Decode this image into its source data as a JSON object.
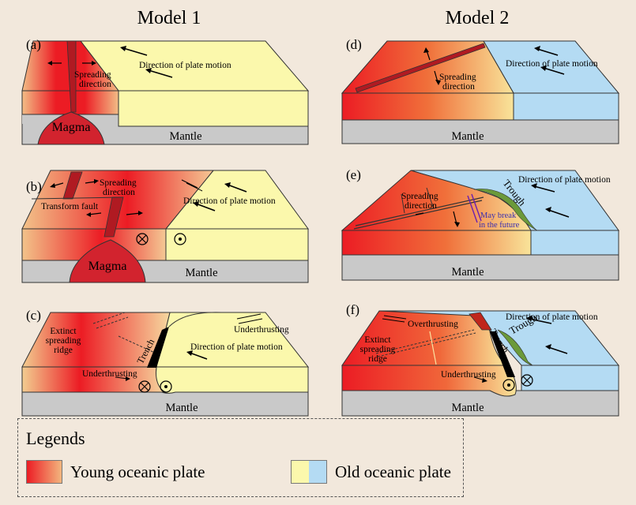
{
  "titles": {
    "model1": "Model 1",
    "model2": "Model 2"
  },
  "panels": {
    "a": {
      "label": "(a)",
      "spreading": [
        "Spreading",
        "direction"
      ],
      "motion": "Direction of plate motion",
      "magma": "Magma",
      "mantle": "Mantle"
    },
    "b": {
      "label": "(b)",
      "spreading": [
        "Spreading",
        "direction"
      ],
      "transform": "Transform fault",
      "motion": "Direction of plate motion",
      "magma": "Magma",
      "mantle": "Mantle"
    },
    "c": {
      "label": "(c)",
      "extinct": [
        "Extinct",
        "spreading",
        "ridge"
      ],
      "trench": "Trench",
      "underthrusting_top": "Underthrusting",
      "motion": "Direction of plate motion",
      "underthrusting_side": "Underthrusting",
      "mantle": "Mantle"
    },
    "d": {
      "label": "(d)",
      "spreading": [
        "Spreading",
        "direction"
      ],
      "motion": "Direction of plate motion",
      "mantle": "Mantle"
    },
    "e": {
      "label": "(e)",
      "spreading": [
        "Spreading",
        "direction"
      ],
      "motion": "Direction of plate motion",
      "trough": "Trough",
      "may_break": [
        "May break",
        "in the future"
      ],
      "mantle": "Mantle"
    },
    "f": {
      "label": "(f)",
      "overthrusting": "Overthrusting",
      "motion": "Direction of plate motion",
      "extinct": [
        "Extinct",
        "spreading",
        "ridge"
      ],
      "trench": "Trench",
      "trough": "Trough",
      "underthrusting": "Underthrusting",
      "mantle": "Mantle"
    }
  },
  "legend": {
    "title": "Legends",
    "young": "Young oceanic plate",
    "old": "Old oceanic plate"
  },
  "colors": {
    "young_red": "#ec1c24",
    "young_orange": "#f3b67e",
    "old_yellow": "#fbf8ac",
    "old_blue": "#b4dbf3",
    "magma": "#d2232e",
    "mantle": "#c9c9c9",
    "trough": "#6b9a3a"
  }
}
